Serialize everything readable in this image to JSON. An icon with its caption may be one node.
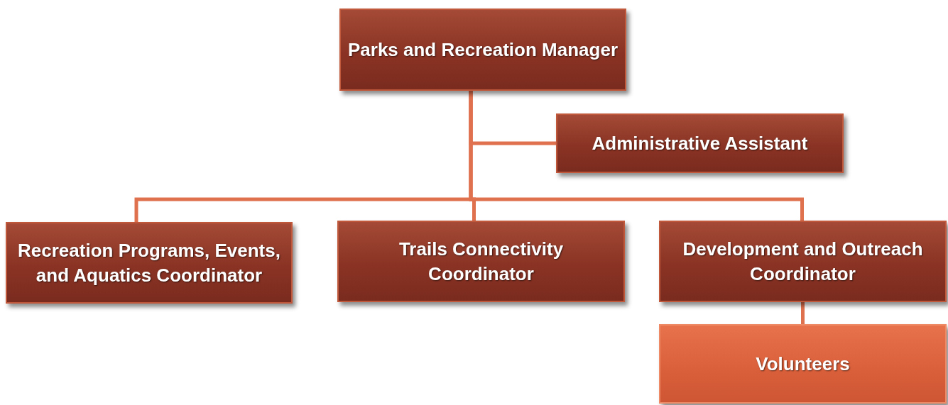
{
  "diagram": {
    "nodes": [
      {
        "text": [
          "Parks and Recreation Manager"
        ]
      },
      {
        "text": [
          "Administrative Assistant"
        ]
      },
      {
        "text": [
          "Recreation Programs, Events, and Aquatics Coordinator"
        ]
      },
      {
        "text": [
          "Trails Connectivity Coordinator"
        ]
      },
      {
        "text": [
          "Development and Outreach Coordinator"
        ]
      },
      {
        "text": [
          "Volunteers"
        ]
      }
    ],
    "edges": [
      {
        "from": 0,
        "to": 1,
        "arrow": "none"
      },
      {
        "from": 0,
        "to": 2,
        "arrow": "none"
      },
      {
        "from": 0,
        "to": 3,
        "arrow": "none"
      },
      {
        "from": 0,
        "to": 4,
        "arrow": "none"
      },
      {
        "from": 4,
        "to": 5,
        "arrow": "none"
      }
    ]
  }
}
